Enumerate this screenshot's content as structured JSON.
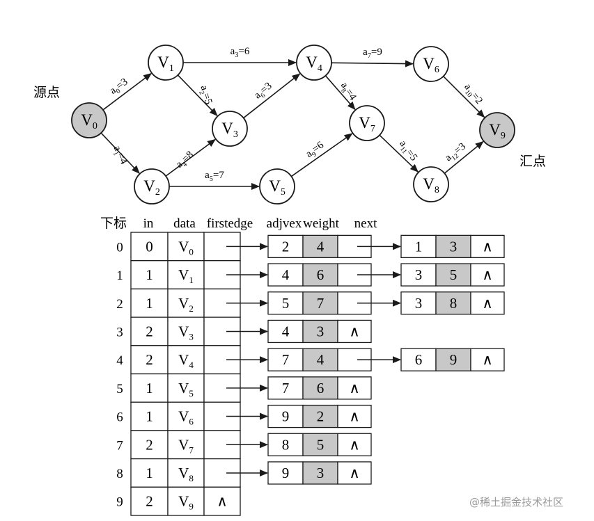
{
  "labels": {
    "source": "源点",
    "sink": "汇点"
  },
  "colors": {
    "highlight": "#c8c8c8",
    "stroke": "#1a1a1a",
    "bg": "#ffffff"
  },
  "nodes": [
    {
      "id": "v0",
      "base": "V",
      "sub": "0"
    },
    {
      "id": "v1",
      "base": "V",
      "sub": "1"
    },
    {
      "id": "v2",
      "base": "V",
      "sub": "2"
    },
    {
      "id": "v3",
      "base": "V",
      "sub": "3"
    },
    {
      "id": "v4",
      "base": "V",
      "sub": "4"
    },
    {
      "id": "v5",
      "base": "V",
      "sub": "5"
    },
    {
      "id": "v6",
      "base": "V",
      "sub": "6"
    },
    {
      "id": "v7",
      "base": "V",
      "sub": "7"
    },
    {
      "id": "v8",
      "base": "V",
      "sub": "8"
    },
    {
      "id": "v9",
      "base": "V",
      "sub": "9"
    }
  ],
  "edges": [
    {
      "from": "v0",
      "to": "v1",
      "name": "a",
      "sub": "0",
      "weight": "3"
    },
    {
      "from": "v0",
      "to": "v2",
      "name": "a",
      "sub": "1",
      "weight": "4"
    },
    {
      "from": "v1",
      "to": "v4",
      "name": "a",
      "sub": "3",
      "weight": "6"
    },
    {
      "from": "v1",
      "to": "v3",
      "name": "a",
      "sub": "2",
      "weight": "5"
    },
    {
      "from": "v2",
      "to": "v3",
      "name": "a",
      "sub": "4",
      "weight": "8"
    },
    {
      "from": "v2",
      "to": "v5",
      "name": "a",
      "sub": "5",
      "weight": "7"
    },
    {
      "from": "v3",
      "to": "v4",
      "name": "a",
      "sub": "6",
      "weight": "3"
    },
    {
      "from": "v4",
      "to": "v6",
      "name": "a",
      "sub": "7",
      "weight": "9"
    },
    {
      "from": "v4",
      "to": "v7",
      "name": "a",
      "sub": "8",
      "weight": "4"
    },
    {
      "from": "v5",
      "to": "v7",
      "name": "a",
      "sub": "9",
      "weight": "6"
    },
    {
      "from": "v6",
      "to": "v9",
      "name": "a",
      "sub": "10",
      "weight": "2"
    },
    {
      "from": "v7",
      "to": "v8",
      "name": "a",
      "sub": "11",
      "weight": "5"
    },
    {
      "from": "v8",
      "to": "v9",
      "name": "a",
      "sub": "12",
      "weight": "3"
    }
  ],
  "table": {
    "headers": [
      "下标",
      "in",
      "data",
      "firstedge",
      "adjvex",
      "weight",
      "next"
    ],
    "null_symbol": "∧",
    "rows": [
      {
        "index": "0",
        "in": "0",
        "data_base": "V",
        "data_sub": "0",
        "edges": [
          {
            "adjvex": "2",
            "weight": "4"
          },
          {
            "adjvex": "1",
            "weight": "3"
          }
        ]
      },
      {
        "index": "1",
        "in": "1",
        "data_base": "V",
        "data_sub": "1",
        "edges": [
          {
            "adjvex": "4",
            "weight": "6"
          },
          {
            "adjvex": "3",
            "weight": "5"
          }
        ]
      },
      {
        "index": "2",
        "in": "1",
        "data_base": "V",
        "data_sub": "2",
        "edges": [
          {
            "adjvex": "5",
            "weight": "7"
          },
          {
            "adjvex": "3",
            "weight": "8"
          }
        ]
      },
      {
        "index": "3",
        "in": "2",
        "data_base": "V",
        "data_sub": "3",
        "edges": [
          {
            "adjvex": "4",
            "weight": "3"
          }
        ]
      },
      {
        "index": "4",
        "in": "2",
        "data_base": "V",
        "data_sub": "4",
        "edges": [
          {
            "adjvex": "7",
            "weight": "4"
          },
          {
            "adjvex": "6",
            "weight": "9"
          }
        ]
      },
      {
        "index": "5",
        "in": "1",
        "data_base": "V",
        "data_sub": "5",
        "edges": [
          {
            "adjvex": "7",
            "weight": "6"
          }
        ]
      },
      {
        "index": "6",
        "in": "1",
        "data_base": "V",
        "data_sub": "6",
        "edges": [
          {
            "adjvex": "9",
            "weight": "2"
          }
        ]
      },
      {
        "index": "7",
        "in": "2",
        "data_base": "V",
        "data_sub": "7",
        "edges": [
          {
            "adjvex": "8",
            "weight": "5"
          }
        ]
      },
      {
        "index": "8",
        "in": "1",
        "data_base": "V",
        "data_sub": "8",
        "edges": [
          {
            "adjvex": "9",
            "weight": "3"
          }
        ]
      },
      {
        "index": "9",
        "in": "2",
        "data_base": "V",
        "data_sub": "9",
        "edges": []
      }
    ]
  },
  "watermark": "@稀土掘金技术社区"
}
